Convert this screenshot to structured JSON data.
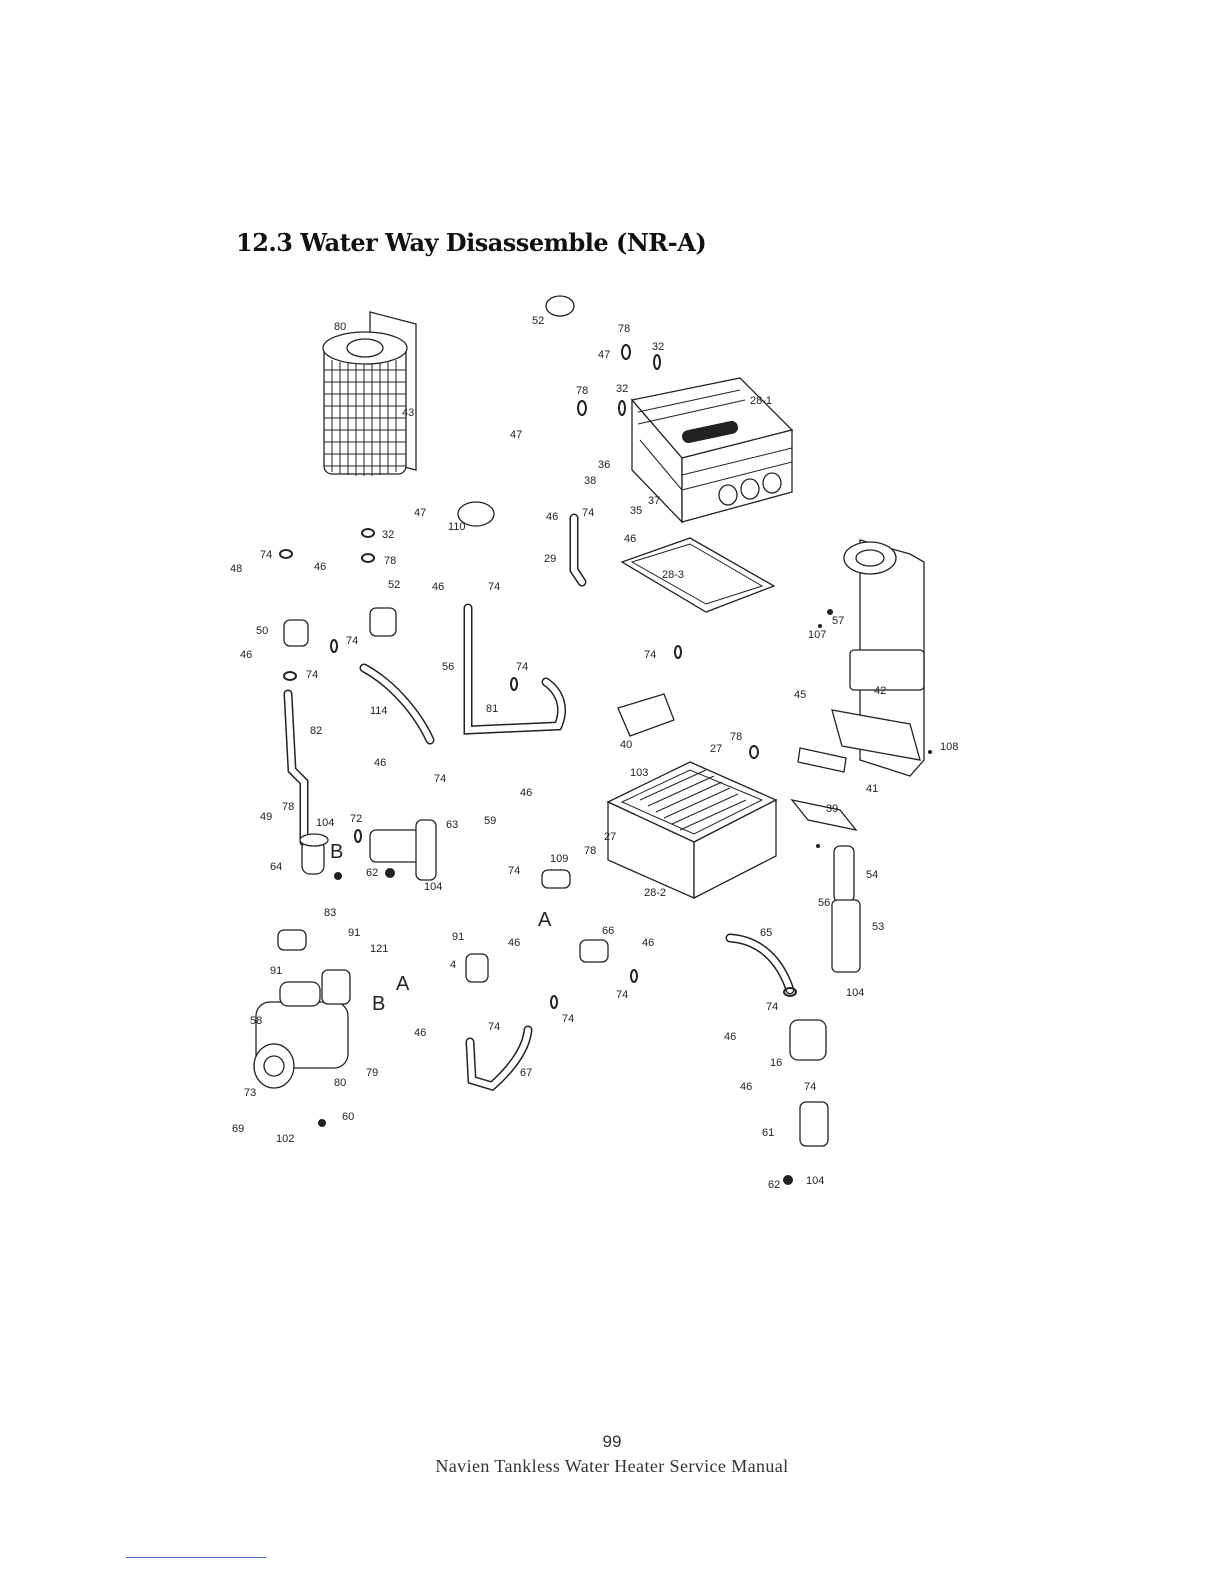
{
  "section_title": "12.3 Water Way Disassemble (NR-A)",
  "diagram": {
    "part_labels": [
      "80",
      "43",
      "47",
      "52",
      "78",
      "47",
      "32",
      "78",
      "32",
      "47",
      "28-1",
      "36",
      "38",
      "37",
      "35",
      "46",
      "74",
      "46",
      "110",
      "32",
      "78",
      "52",
      "29",
      "28-3",
      "48",
      "74",
      "46",
      "46",
      "74",
      "50",
      "74",
      "46",
      "74",
      "57",
      "107",
      "56",
      "74",
      "74",
      "114",
      "81",
      "82",
      "45",
      "42",
      "40",
      "27",
      "78",
      "108",
      "46",
      "74",
      "103",
      "46",
      "41",
      "49",
      "78",
      "104",
      "72",
      "63",
      "59",
      "39",
      "64",
      "62",
      "104",
      "27",
      "78",
      "109",
      "74",
      "28-2",
      "54",
      "56",
      "53",
      "83",
      "91",
      "121",
      "91",
      "46",
      "66",
      "46",
      "65",
      "91",
      "4",
      "74",
      "104",
      "58",
      "74",
      "46",
      "74",
      "74",
      "46",
      "16",
      "79",
      "80",
      "67",
      "73",
      "60",
      "69",
      "102",
      "46",
      "74",
      "61",
      "62",
      "104"
    ],
    "section_markers": [
      "B",
      "A",
      "A",
      "B"
    ]
  },
  "page_number": "99",
  "footer": "Navien Tankless Water Heater Service Manual"
}
